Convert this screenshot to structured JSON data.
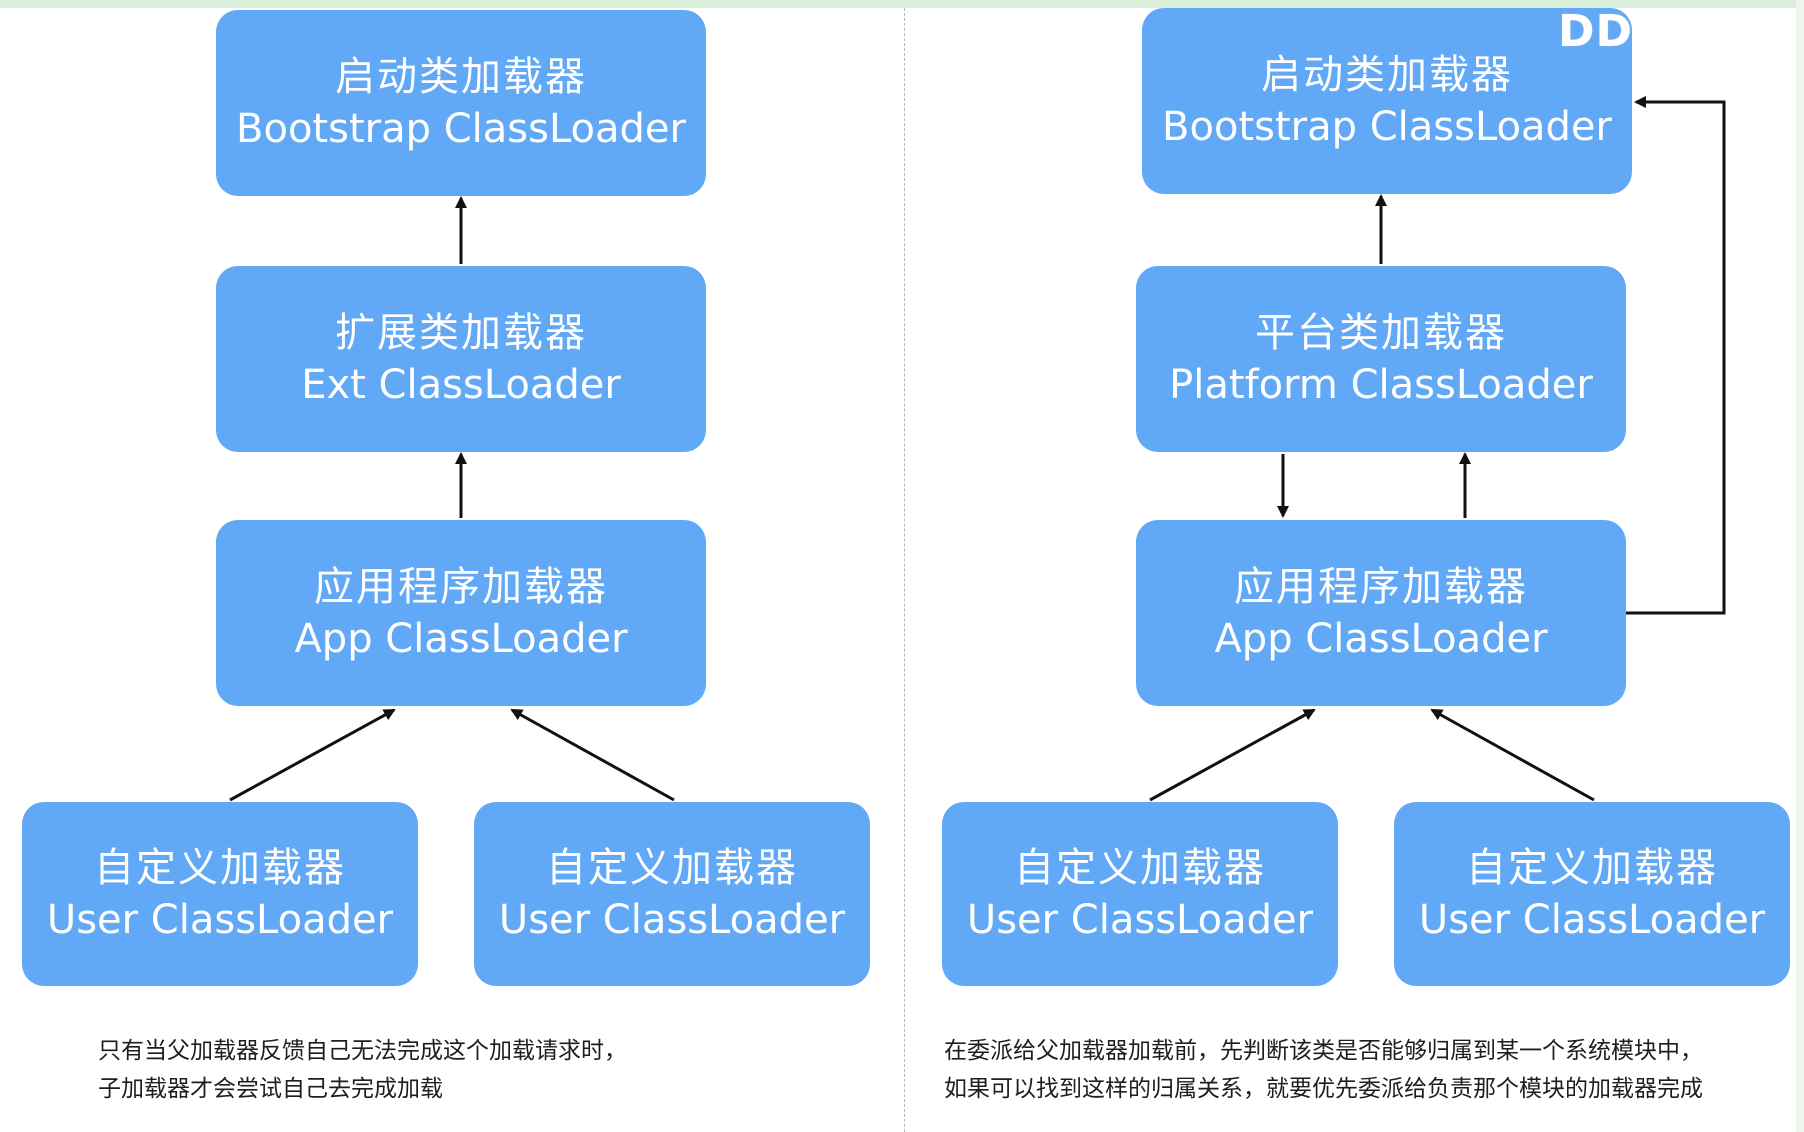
{
  "left_diagram": {
    "bootstrap": {
      "zh": "启动类加载器",
      "en": "Bootstrap ClassLoader"
    },
    "ext": {
      "zh": "扩展类加载器",
      "en": "Ext ClassLoader"
    },
    "app": {
      "zh": "应用程序加载器",
      "en": "App ClassLoader"
    },
    "user1": {
      "zh": "自定义加载器",
      "en": "User ClassLoader"
    },
    "user2": {
      "zh": "自定义加载器",
      "en": "User ClassLoader"
    },
    "caption": {
      "line1": "只有当父加载器反馈自己无法完成这个加载请求时，",
      "line2": "子加载器才会尝试自己去完成加载"
    }
  },
  "right_diagram": {
    "bootstrap": {
      "zh": "启动类加载器",
      "en": "Bootstrap ClassLoader"
    },
    "platform": {
      "zh": "平台类加载器",
      "en": "Platform ClassLoader"
    },
    "app": {
      "zh": "应用程序加载器",
      "en": "App ClassLoader"
    },
    "user1": {
      "zh": "自定义加载器",
      "en": "User ClassLoader"
    },
    "user2": {
      "zh": "自定义加载器",
      "en": "User ClassLoader"
    },
    "caption": {
      "line1": "在委派给父加载器加载前，先判断该类是否能够归属到某一个系统模块中，",
      "line2": "如果可以找到这样的归属关系，就要优先委派给负责那个模块的加载器完成"
    }
  },
  "watermark": {
    "text": "DD"
  },
  "colors": {
    "box_fill": "#61a8f6",
    "box_text": "#ffffff",
    "arrow": "#111111",
    "caption_text": "#1e1e1e"
  }
}
